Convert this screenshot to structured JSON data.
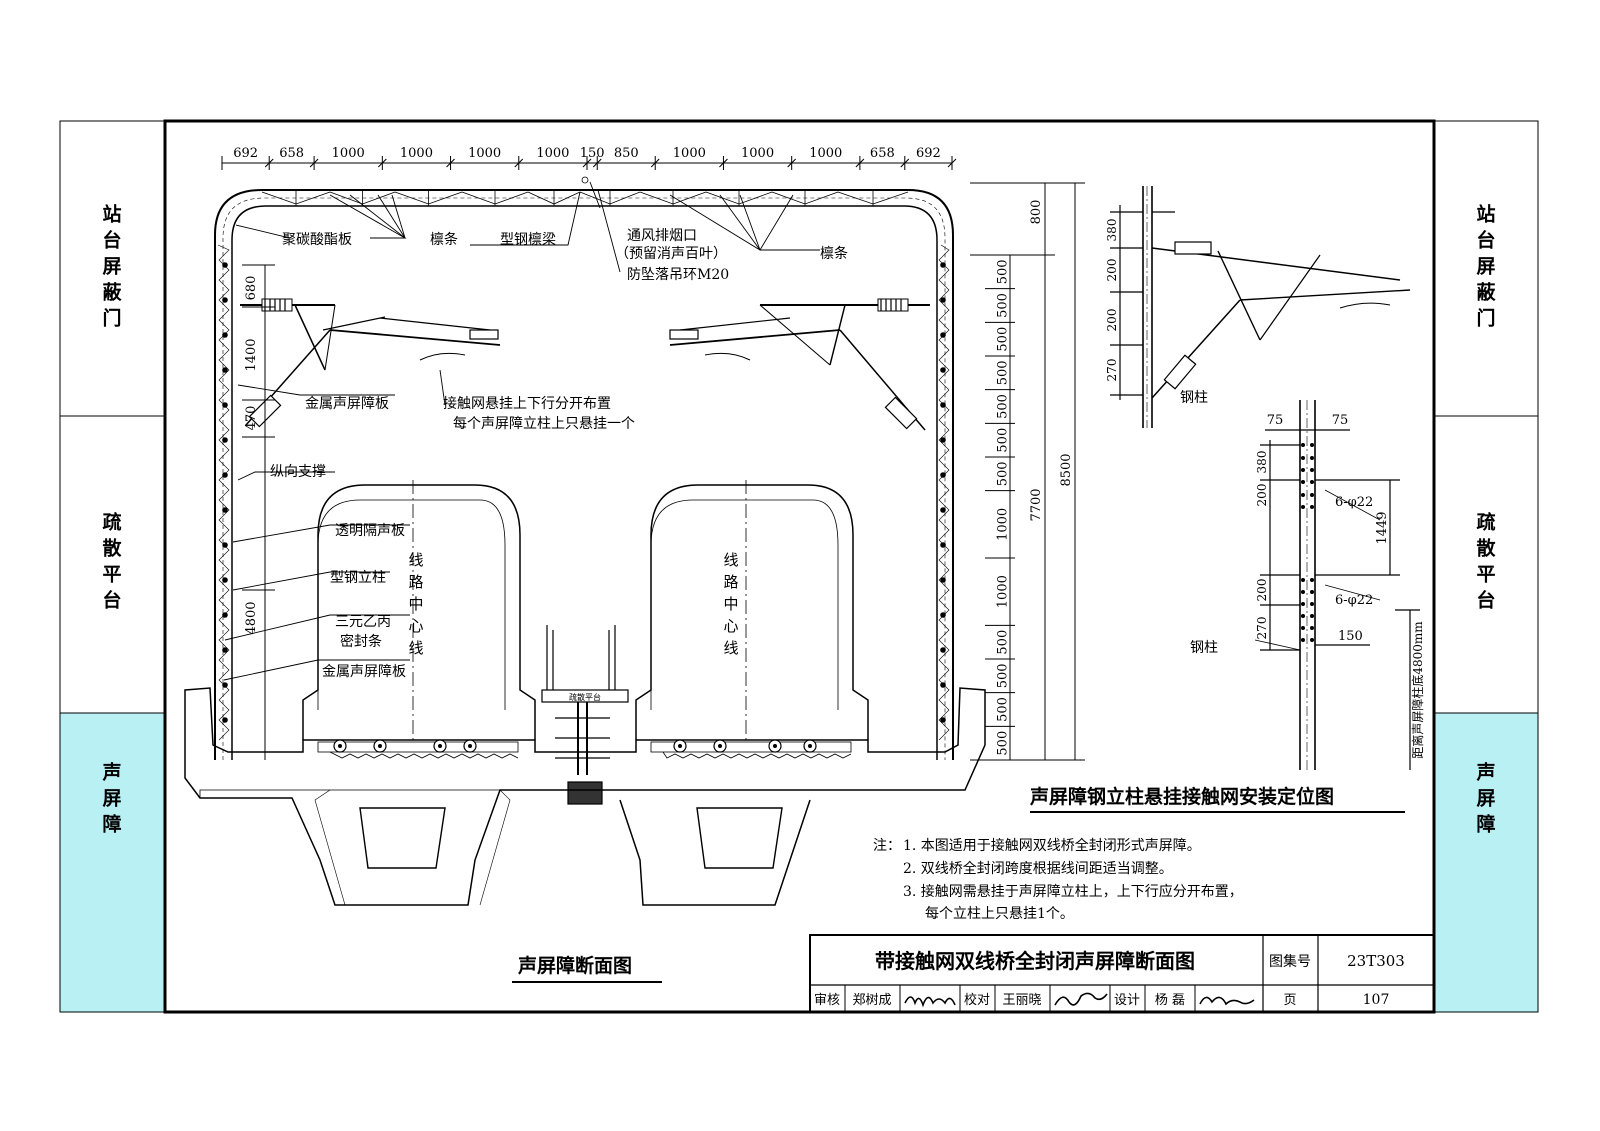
{
  "side_tabs": {
    "left": [
      "站台屏蔽门",
      "疏散平台",
      "声屏障"
    ],
    "right": [
      "站台屏蔽门",
      "疏散平台",
      "声屏障"
    ]
  },
  "colors": {
    "active_tab": "#b9f0f4",
    "line": "#000000",
    "paper": "#ffffff"
  },
  "top_dimensions": [
    "692",
    "658",
    "1000",
    "1000",
    "1000",
    "1000",
    "150",
    "850",
    "1000",
    "1000",
    "1000",
    "658",
    "692"
  ],
  "section_labels": {
    "polycarbonate": "聚碳酸酯板",
    "purlin_left": "檩条",
    "steel_beam": "型钢檩梁",
    "vent_1": "通风排烟口",
    "vent_2": "（预留消声百叶）",
    "anti_fall": "防坠落吊环M20",
    "purlin_right": "檩条",
    "metal_panel_1": "金属声屏障板",
    "catenary_note_1": "接触网悬挂上下行分开布置",
    "catenary_note_2": "每个声屏障立柱上只悬挂一个",
    "longitudinal_brace": "纵向支撑",
    "transparent_panel": "透明隔声板",
    "steel_column": "型钢立柱",
    "epdm_1": "三元乙丙",
    "epdm_2": "密封条",
    "metal_panel_2": "金属声屏障板",
    "track_center": "线路中心线",
    "evac_platform": "疏散平台"
  },
  "left_dims": [
    "680",
    "1400",
    "470",
    "4800"
  ],
  "right_dims_small": [
    "500",
    "500",
    "500",
    "500",
    "500",
    "500",
    "500",
    "1000",
    "1000",
    "500",
    "500",
    "500",
    "500"
  ],
  "right_dims_big": {
    "top": "800",
    "mid": "7700",
    "total": "8500"
  },
  "detail_top": {
    "dims": [
      "380",
      "200",
      "200",
      "270"
    ],
    "label": "钢柱"
  },
  "detail_column": {
    "widths": [
      "75",
      "75"
    ],
    "dims": [
      "380",
      "200",
      "1449",
      "200",
      "270",
      "150"
    ],
    "bolt_labels": [
      "6-φ22",
      "6-φ22"
    ],
    "label": "钢柱",
    "base_note": "距离声屏障柱底4800mm"
  },
  "detail_title": "声屏障钢立柱悬挂接触网安装定位图",
  "notes": {
    "prefix": "注：",
    "items": [
      "1. 本图适用于接触网双线桥全封闭形式声屏障。",
      "2. 双线桥全封闭跨度根据线间距适当调整。",
      "3. 接触网需悬挂于声屏障立柱上，上下行应分开布置，",
      "每个立柱上只悬挂1个。"
    ]
  },
  "section_title": "声屏障断面图",
  "title_block": {
    "title": "带接触网双线桥全封闭声屏障断面图",
    "atlas_label": "图集号",
    "atlas_no": "23T303",
    "review_label": "审核",
    "reviewer": "郑树成",
    "check_label": "校对",
    "checker": "王丽晓",
    "design_label": "设计",
    "designer": "杨 磊",
    "page_label": "页",
    "page_no": "107"
  }
}
